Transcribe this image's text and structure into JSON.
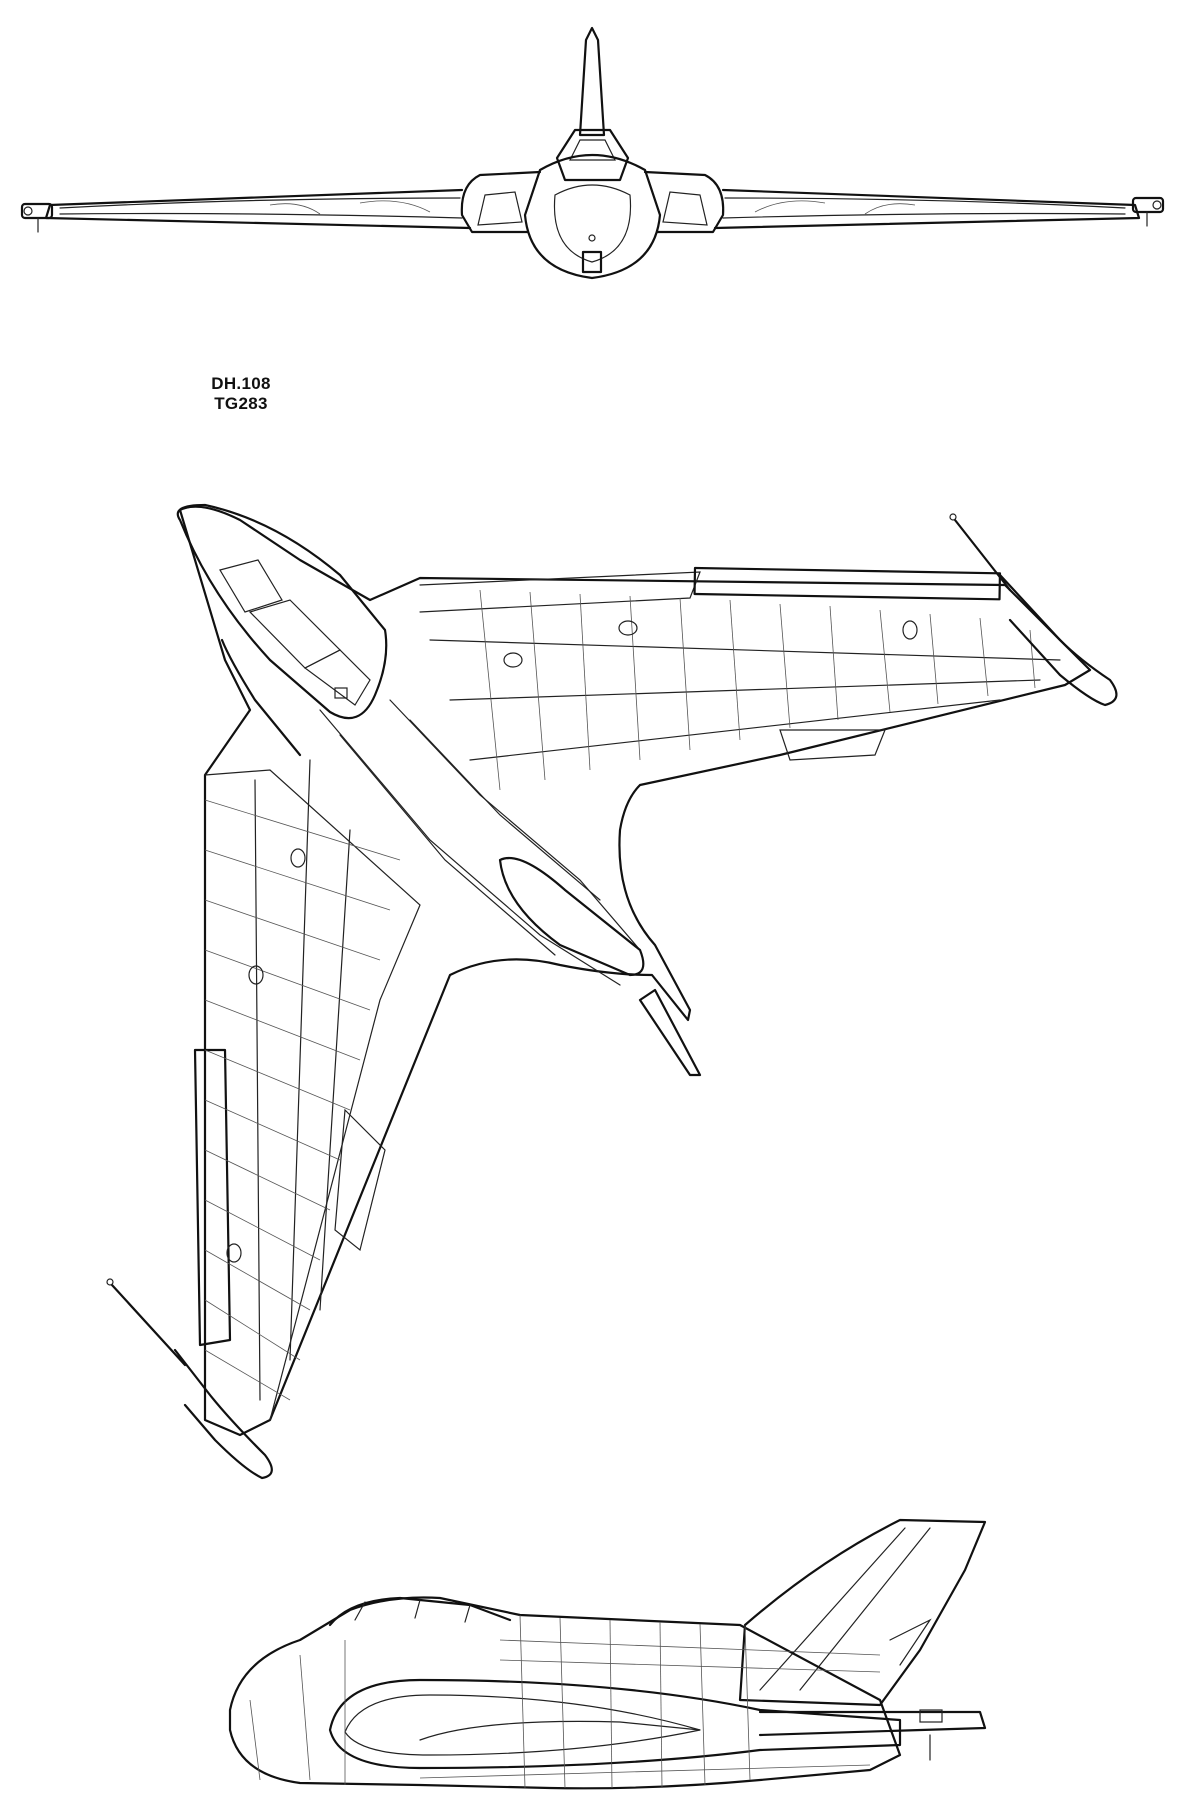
{
  "drawing": {
    "type_label": "DH.108",
    "serial_label": "TG283"
  },
  "views": [
    "front-view",
    "plan-view",
    "side-view"
  ],
  "colors": {
    "ink": "#111111",
    "paper": "#ffffff"
  }
}
